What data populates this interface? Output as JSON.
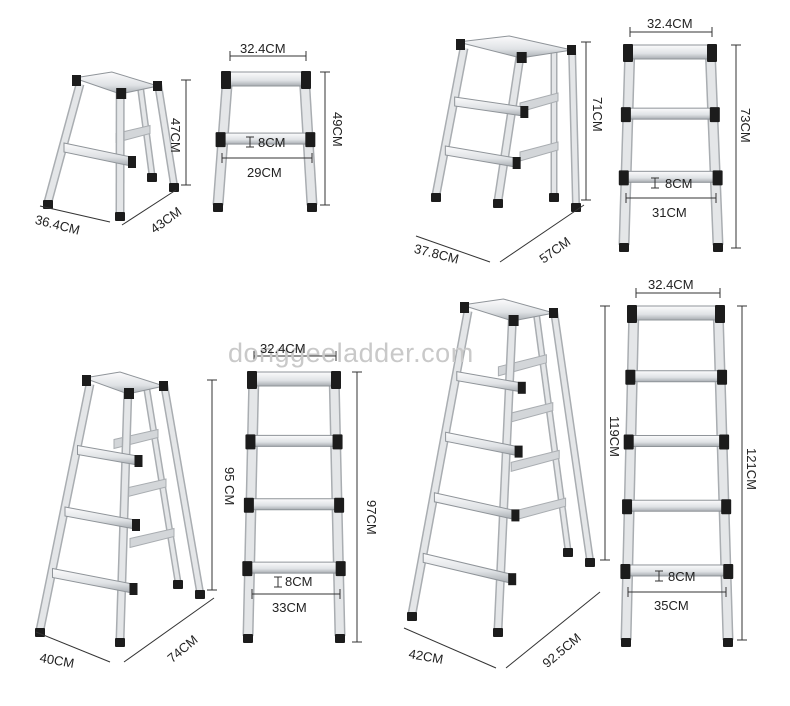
{
  "watermark": "donggeeladder.com",
  "products": [
    {
      "steps": 2,
      "side_view": {
        "height": "47CM",
        "depth": "36.4CM",
        "width": "43CM"
      },
      "front_view": {
        "top_width": "32.4CM",
        "height": "49CM",
        "step_gap": "8CM",
        "bottom_width": "29CM"
      }
    },
    {
      "steps": 3,
      "side_view": {
        "height": "71CM",
        "depth": "37.8CM",
        "width": "57CM"
      },
      "front_view": {
        "top_width": "32.4CM",
        "height": "73CM",
        "step_gap": "8CM",
        "bottom_width": "31CM"
      }
    },
    {
      "steps": 4,
      "side_view": {
        "height": "95 CM",
        "depth": "40CM",
        "width": "74CM"
      },
      "front_view": {
        "top_width": "32.4CM",
        "height": "97CM",
        "step_gap": "8CM",
        "bottom_width": "33CM"
      }
    },
    {
      "steps": 5,
      "side_view": {
        "height": "119CM",
        "depth": "42CM",
        "width": "92.5CM"
      },
      "front_view": {
        "top_width": "32.4CM",
        "height": "121CM",
        "step_gap": "8CM",
        "bottom_width": "35CM"
      }
    }
  ],
  "colors": {
    "aluminum": "#e4e6e8",
    "rail_shadow": "#a9adb1",
    "black_parts": "#1c1c1c",
    "dimension_line": "#333333"
  }
}
